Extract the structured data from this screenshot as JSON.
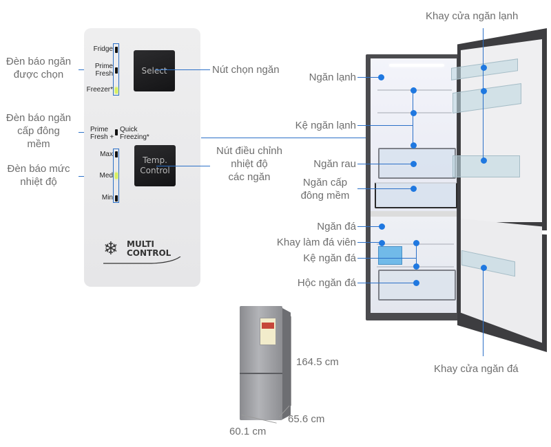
{
  "panel": {
    "indicators_select": [
      "Fridge",
      "Prime Fresh",
      "Freezer*"
    ],
    "prime_fresh_label": [
      "Prime",
      "Fresh +"
    ],
    "quick_freezing_label": [
      "Quick",
      "Freezing*"
    ],
    "temp_levels": [
      "Max",
      "Med",
      "Min"
    ],
    "select_button": "Select",
    "temp_button": [
      "Temp.",
      "Control"
    ],
    "logo": [
      "MULTI",
      "CONTROL"
    ],
    "active_select_led": "Freezer",
    "active_temp_led": "Med",
    "led_on_color": "#d8f060"
  },
  "callouts_left": {
    "selected_compartment_indicator": [
      "Đèn báo ngăn",
      "được chọn"
    ],
    "soft_freeze_indicator": [
      "Đèn báo ngăn",
      "cấp đông",
      "mềm"
    ],
    "temperature_indicator": [
      "Đèn báo mức",
      "nhiệt độ"
    ]
  },
  "callouts_middle": {
    "select_button": "Nút chọn ngăn",
    "temp_button": [
      "Nút điều chỉnh",
      "nhiệt độ",
      "các ngăn"
    ]
  },
  "callouts_fridge": {
    "fridge_compartment": "Ngăn lạnh",
    "fridge_shelf": "Kệ ngăn lạnh",
    "vegetable_drawer": "Ngăn rau",
    "soft_freeze_compartment": [
      "Ngăn cấp",
      "đông mềm"
    ],
    "freezer_compartment": "Ngăn đá",
    "ice_tray": "Khay làm đá viên",
    "freezer_shelf": "Kệ ngăn đá",
    "freezer_drawer": "Hộc ngăn đá",
    "fridge_door_tray": "Khay cửa ngăn lạnh",
    "freezer_door_tray": "Khay cửa ngăn đá"
  },
  "dimensions": {
    "height": "164.5 cm",
    "depth": "65.6 cm",
    "width": "60.1 cm"
  },
  "colors": {
    "callout_line": "#2a6fc7",
    "callout_dot": "#1f78e0",
    "label_text": "#6e6e6e"
  }
}
